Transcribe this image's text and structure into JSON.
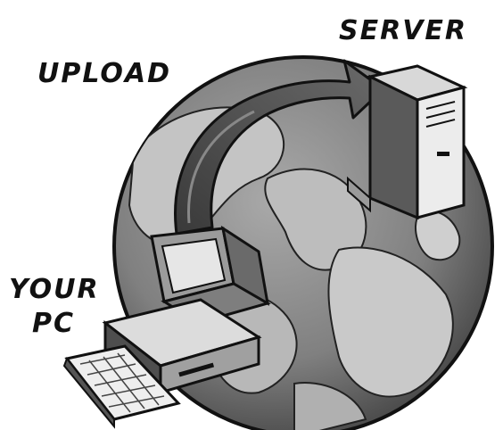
{
  "labels": {
    "upload": "UPLOAD",
    "server": "SERVER",
    "your": "YOUR",
    "pc": "PC"
  },
  "colors": {
    "background": "#ffffff",
    "globe": "#8a8a8a",
    "globe_dark": "#4a4a4a",
    "land": "#c8c8c8",
    "arrow": "#4d4d4d",
    "ink": "#111111"
  }
}
